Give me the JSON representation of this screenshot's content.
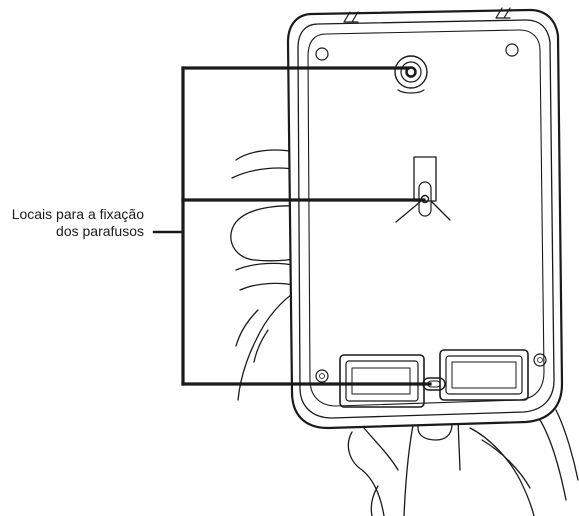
{
  "callout": {
    "line1": "Locais para a fixação",
    "line2": "dos parafusos"
  },
  "colors": {
    "stroke": "#1a1a1a",
    "background": "#ffffff"
  },
  "figure": {
    "subject": "device-back-cover",
    "callout_targets": [
      "top-screw-hole",
      "keyhole-slot",
      "bottom-screw-slot"
    ]
  }
}
